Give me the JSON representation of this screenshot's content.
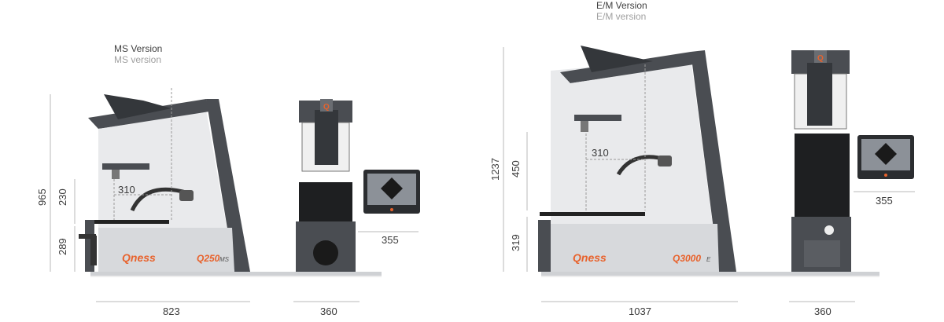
{
  "colors": {
    "accent": "#e8622c",
    "machine_dark": "#4a4d52",
    "machine_light": "#e9eaec",
    "dimension_line": "#b8b8b8"
  },
  "ms": {
    "title": "MS Version",
    "subtitle": "MS version",
    "brand": "Qness",
    "model": "Q250",
    "model_suffix": "MS",
    "dims": {
      "total_height": "965",
      "upper_height": "230",
      "lower_height": "289",
      "throat_depth": "310",
      "width": "823",
      "cabinet_width": "360",
      "panel_depth": "355"
    }
  },
  "em": {
    "title": "E/M Version",
    "subtitle": "E/M version",
    "brand": "Qness",
    "model": "Q3000",
    "model_suffix": "E",
    "dims": {
      "total_height": "1237",
      "upper_height": "450",
      "lower_height": "319",
      "throat_depth": "310",
      "width": "1037",
      "cabinet_width": "360",
      "panel_depth": "355"
    }
  }
}
